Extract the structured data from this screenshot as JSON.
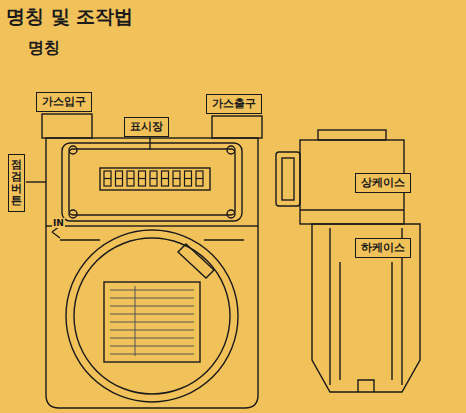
{
  "diagram": {
    "title": "명칭 및 조작법",
    "nodes": [
      {
        "text": [
          "가스입구"
        ]
      },
      {
        "text": [
          "표시장"
        ]
      },
      {
        "text": [
          "가스출구"
        ]
      },
      {
        "text": [
          "점검버튼"
        ]
      },
      {
        "text": [
          "상케이스"
        ]
      },
      {
        "text": [
          "하케이스"
        ]
      }
    ],
    "labels": [
      "명칭",
      "IN"
    ]
  }
}
